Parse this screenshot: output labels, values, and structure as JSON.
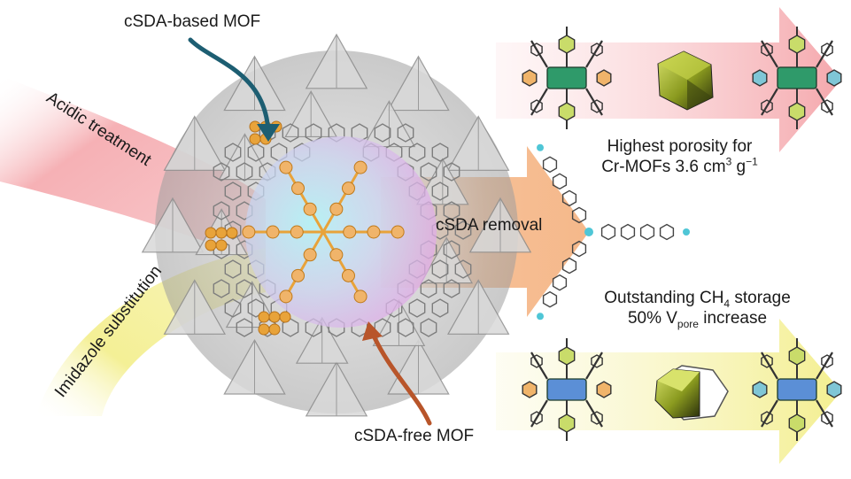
{
  "labels": {
    "top_callout": "cSDA-based MOF",
    "bottom_callout": "cSDA-free MOF",
    "left_arrow_red": "Acidic treatment",
    "left_arrow_yellow": "Imidazole substitution",
    "center_arrow": "cSDA removal",
    "porosity_line1": "Highest porosity for",
    "porosity_line2_prefix": "Cr-MOFs 3.6 cm",
    "porosity_exp1": "3",
    "porosity_mid": " g",
    "porosity_exp2": "−1",
    "storage_line1_prefix": "Outstanding CH",
    "storage_sub": "4",
    "storage_line1_suffix": " storage",
    "storage_line2_prefix": "50% V",
    "storage_line2_sub": "pore",
    "storage_line2_suffix": " increase"
  },
  "colors": {
    "red_arrow": "#f4a3a8",
    "yellow_arrow": "#f3ee8a",
    "orange_arrow": "#f5b88a",
    "teal_callout": "#1d5e72",
    "rust_callout": "#b8552a",
    "cluster_green": "#2f9a6a",
    "cluster_blue": "#5b8fd6",
    "ring_lime": "#c9dc6a",
    "ring_orange": "#f0b46a",
    "linker_orange": "#e8a33a",
    "mof_gray": "#bdbdbd",
    "pore_cyan": "#8fe3ec",
    "pore_magenta": "#e4a6e6"
  }
}
